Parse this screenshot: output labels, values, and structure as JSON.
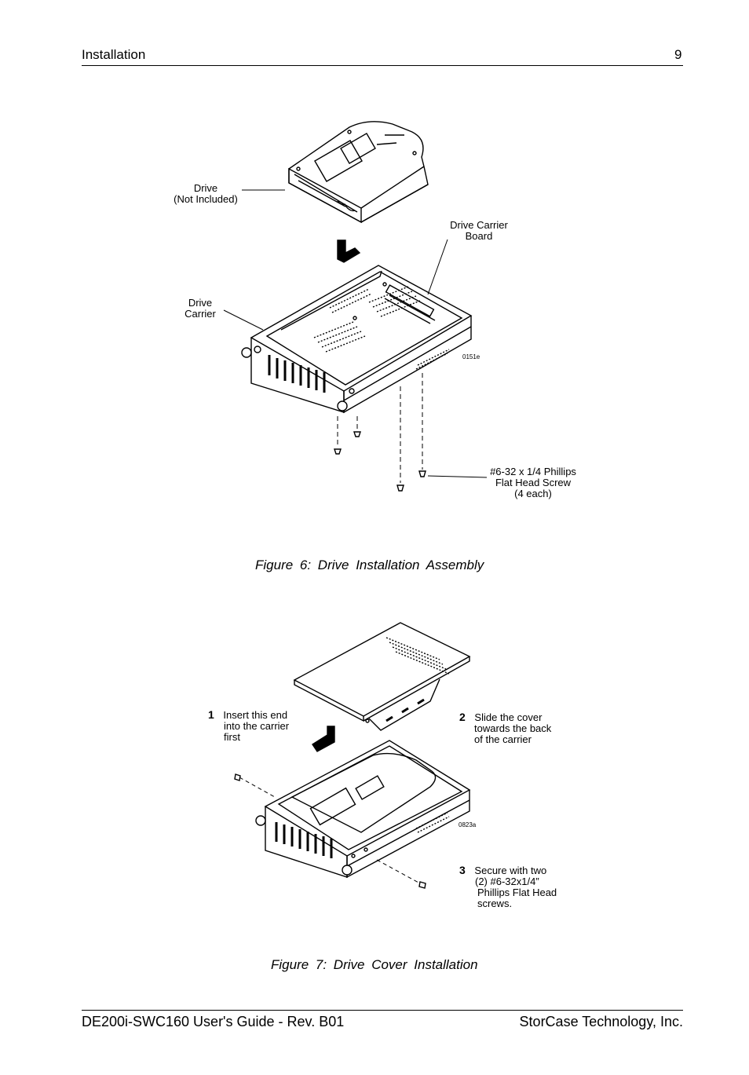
{
  "header": {
    "section": "Installation",
    "page_number": "9"
  },
  "figure6": {
    "labels": {
      "drive_line1": "Drive",
      "drive_line2": "(Not Included)",
      "carrier_board_line1": "Drive Carrier",
      "carrier_board_line2": "Board",
      "drive_carrier_line1": "Drive",
      "drive_carrier_line2": "Carrier",
      "screw_line1": "#6-32 x 1/4 Phillips",
      "screw_line2": "Flat Head Screw",
      "screw_line3": "(4 each)",
      "code": "0151e"
    },
    "caption": "Figure 6:   Drive Installation Assembly"
  },
  "figure7": {
    "steps": [
      {
        "number": "1",
        "lines": [
          "Insert this end",
          "into the carrier",
          "first"
        ]
      },
      {
        "number": "2",
        "lines": [
          "Slide the cover",
          "towards the back",
          "of the carrier"
        ]
      },
      {
        "number": "3",
        "lines": [
          "Secure with two",
          "(2) #6-32x1/4”",
          "Phillips Flat Head",
          "screws."
        ]
      }
    ],
    "code": "0823a",
    "caption": "Figure 7: Drive Cover Installation"
  },
  "footer": {
    "left": "DE200i-SWC160 User's Guide - Rev. B01",
    "right": "StorCase Technology, Inc."
  }
}
